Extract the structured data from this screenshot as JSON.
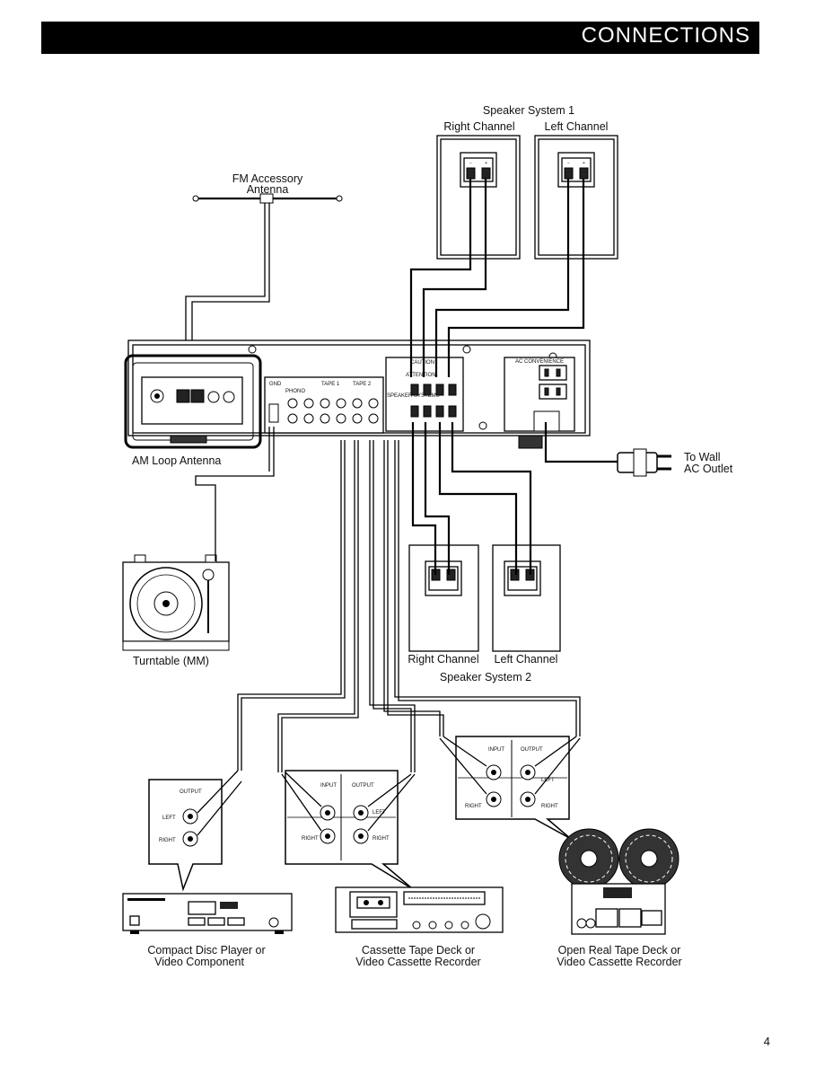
{
  "header": {
    "title": "CONNECTIONS"
  },
  "labels": {
    "speaker_system_1": "Speaker System 1",
    "speaker_system_2": "Speaker System 2",
    "right_channel": "Right Channel",
    "left_channel": "Left Channel",
    "fm_antenna_line1": "FM Accessory",
    "fm_antenna_line2": "Antenna",
    "am_loop": "AM Loop Antenna",
    "wall_line1": "To Wall",
    "wall_line2": "AC Outlet",
    "turntable": "Turntable (MM)",
    "cd_line1": "Compact Disc Player or",
    "cd_line2": "Video Component",
    "cassette_line1": "Cassette Tape Deck or",
    "cassette_line2": "Video Cassette Recorder",
    "reel_line1": "Open Real Tape Deck or",
    "reel_line2": "Video Cassette Recorder"
  },
  "panel_labels": {
    "output": "OUTPUT",
    "input": "INPUT",
    "left": "LEFT",
    "right": "RIGHT",
    "caution": "CAUTION",
    "attention": "ATTENTION",
    "speaker_systems": "SPEAKER SYSTEMS",
    "ac_convenience": "AC CONVENIENCE",
    "phono": "PHONO",
    "tape1": "TAPE 1",
    "tape2": "TAPE 2",
    "gnd": "GND"
  },
  "page_number": "4"
}
